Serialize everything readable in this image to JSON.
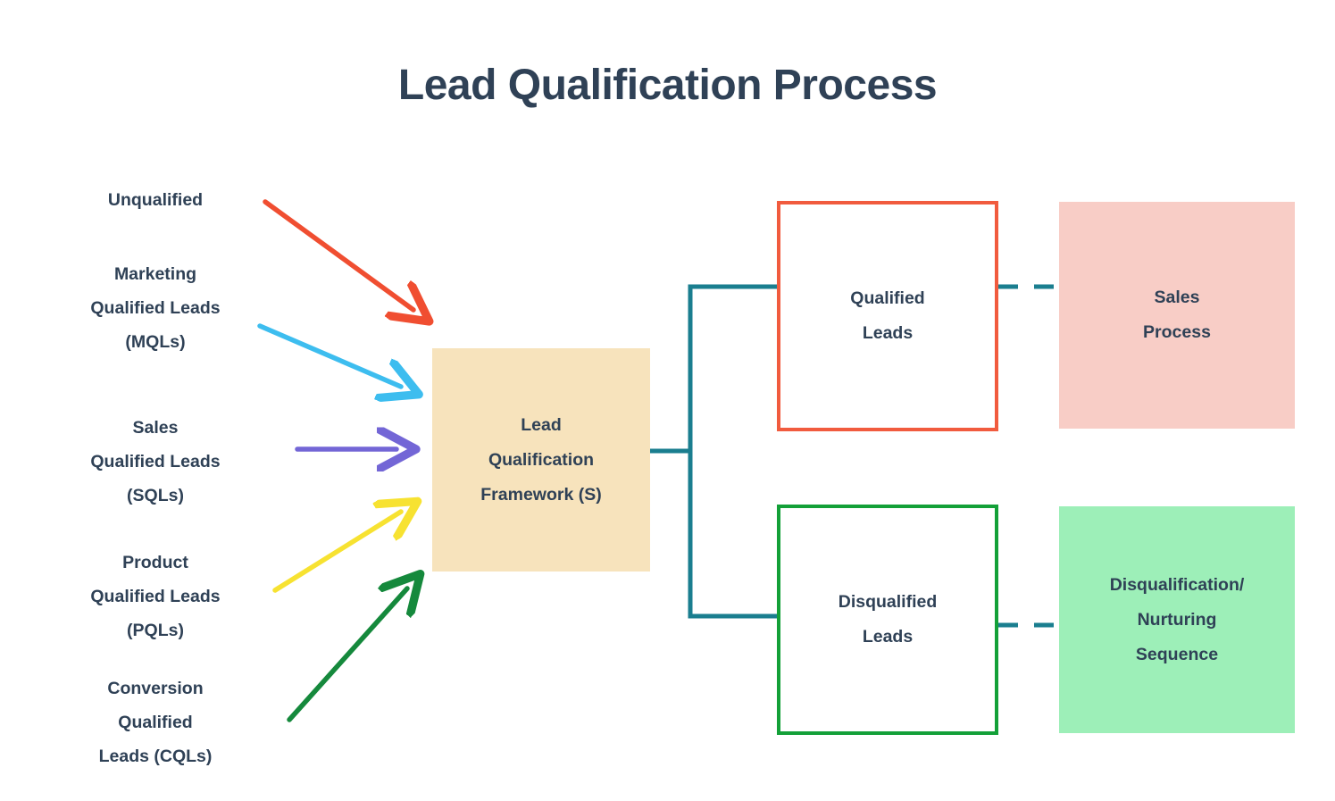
{
  "page": {
    "title": "Lead Qualification Process",
    "background": "#ffffff",
    "text_color": "#2f4156"
  },
  "sources": [
    {
      "label": "Unqualified",
      "arrow_color": "#F04E31",
      "arrow_name": "arrow-unqualified"
    },
    {
      "label": "Marketing\nQualified Leads\n(MQLs)",
      "arrow_color": "#3DBDEF",
      "arrow_name": "arrow-mql"
    },
    {
      "label": "Sales\nQualified Leads\n(SQLs)",
      "arrow_color": "#7366D6",
      "arrow_name": "arrow-sql"
    },
    {
      "label": "Product\nQualified Leads\n(PQLs)",
      "arrow_color": "#F7E231",
      "arrow_name": "arrow-pql"
    },
    {
      "label": "Conversion\nQualified\nLeads (CQLs)",
      "arrow_color": "#15893C",
      "arrow_name": "arrow-cql"
    }
  ],
  "nodes": {
    "core": {
      "label": "Lead\nQualification\nFramework (S)",
      "fill": "#F7E3BC"
    },
    "qualified": {
      "label": "Qualified\nLeads",
      "fill": "#ffffff",
      "border": "#F15B3E"
    },
    "disqualified": {
      "label": "Disqualified\nLeads",
      "fill": "#ffffff",
      "border": "#13A038"
    },
    "sales_process": {
      "label": "Sales\nProcess",
      "fill": "#F8CDC6"
    },
    "nurturing": {
      "label": "Disqualification/\nNurturing\nSequence",
      "fill": "#9DEFB8"
    }
  },
  "connectors": {
    "branch_color": "#1A7E8F",
    "dashed_color": "#1A7E8F"
  }
}
